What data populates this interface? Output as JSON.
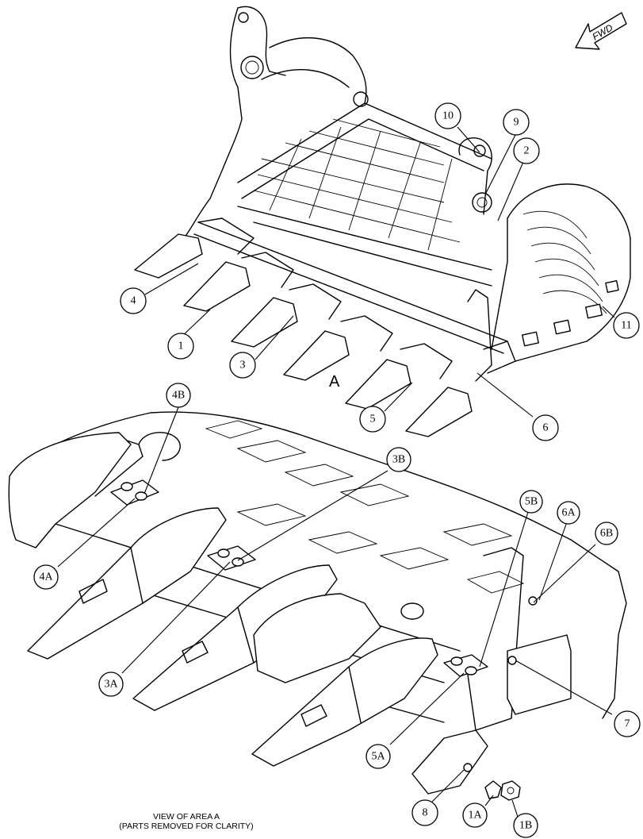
{
  "fwd_label": "FWD",
  "area_label": "A",
  "caption": {
    "line1": "VIEW OF AREA A",
    "line2": "(PARTS REMOVED FOR CLARITY)"
  },
  "callouts": [
    {
      "id": "c-10",
      "label": "10"
    },
    {
      "id": "c-9",
      "label": "9"
    },
    {
      "id": "c-2",
      "label": "2"
    },
    {
      "id": "c-4",
      "label": "4"
    },
    {
      "id": "c-1",
      "label": "1"
    },
    {
      "id": "c-3",
      "label": "3"
    },
    {
      "id": "c-5",
      "label": "5"
    },
    {
      "id": "c-6",
      "label": "6"
    },
    {
      "id": "c-11",
      "label": "11"
    },
    {
      "id": "c-4B",
      "label": "4B"
    },
    {
      "id": "c-3B",
      "label": "3B"
    },
    {
      "id": "c-5B",
      "label": "5B"
    },
    {
      "id": "c-6A",
      "label": "6A"
    },
    {
      "id": "c-6B",
      "label": "6B"
    },
    {
      "id": "c-4A",
      "label": "4A"
    },
    {
      "id": "c-3A",
      "label": "3A"
    },
    {
      "id": "c-7",
      "label": "7"
    },
    {
      "id": "c-5A",
      "label": "5A"
    },
    {
      "id": "c-8",
      "label": "8"
    },
    {
      "id": "c-1A",
      "label": "1A"
    },
    {
      "id": "c-1B",
      "label": "1B"
    }
  ]
}
